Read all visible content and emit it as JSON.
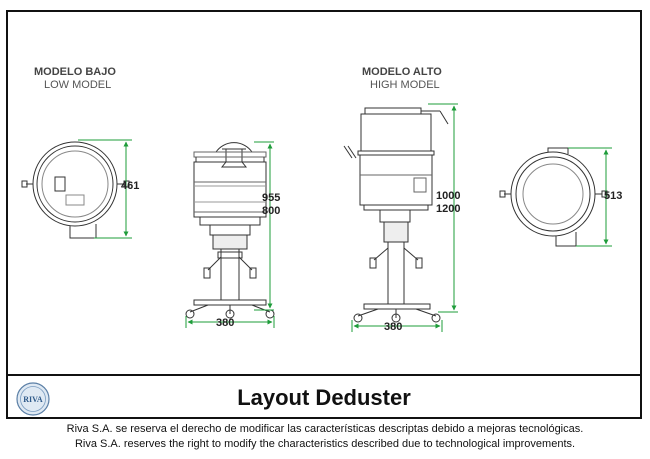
{
  "low_model": {
    "title_es": "MODELO BAJO",
    "title_en": "LOW MODEL"
  },
  "high_model": {
    "title_es": "MODELO ALTO",
    "title_en": "HIGH MODEL"
  },
  "dimensions": {
    "low_top_width": "461",
    "low_height_1": "955",
    "low_height_2": "800",
    "low_base_width": "380",
    "high_height_1": "1000",
    "high_height_2": "1200",
    "high_base_width": "380",
    "high_top_width": "513"
  },
  "title": "Layout Deduster",
  "logo_text": "RIVA",
  "footer": {
    "line_es": "Riva S.A. se reserva el derecho de modificar las características descriptas debido a mejoras tecnológicas.",
    "line_en": "Riva S.A. reserves the right to modify the characteristics described due to technological improvements."
  },
  "colors": {
    "dimension_line": "#1e9c3a",
    "drawing": "#333333",
    "border": "#111111"
  }
}
